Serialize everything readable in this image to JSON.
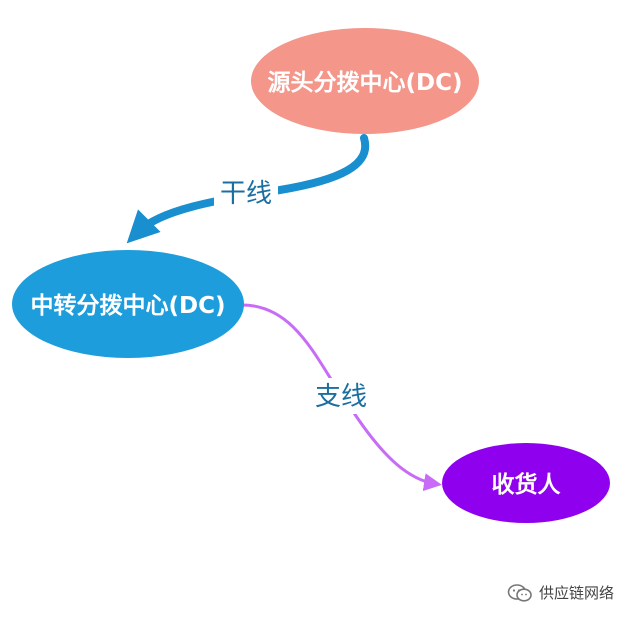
{
  "nodes": {
    "source_dc": {
      "label": "源头分拨中心(DC)",
      "color": "#f4968a"
    },
    "transit_dc": {
      "label": "中转分拨中心(DC)",
      "color": "#1e9ddc"
    },
    "receiver": {
      "label": "收货人",
      "color": "#8f00ef"
    }
  },
  "edges": {
    "trunk": {
      "label": "干线",
      "color": "#1a8fd0"
    },
    "branch": {
      "label": "支线",
      "color": "#c86cf7"
    }
  },
  "watermark": {
    "text": "供应链网络",
    "icon": "wechat-icon"
  }
}
